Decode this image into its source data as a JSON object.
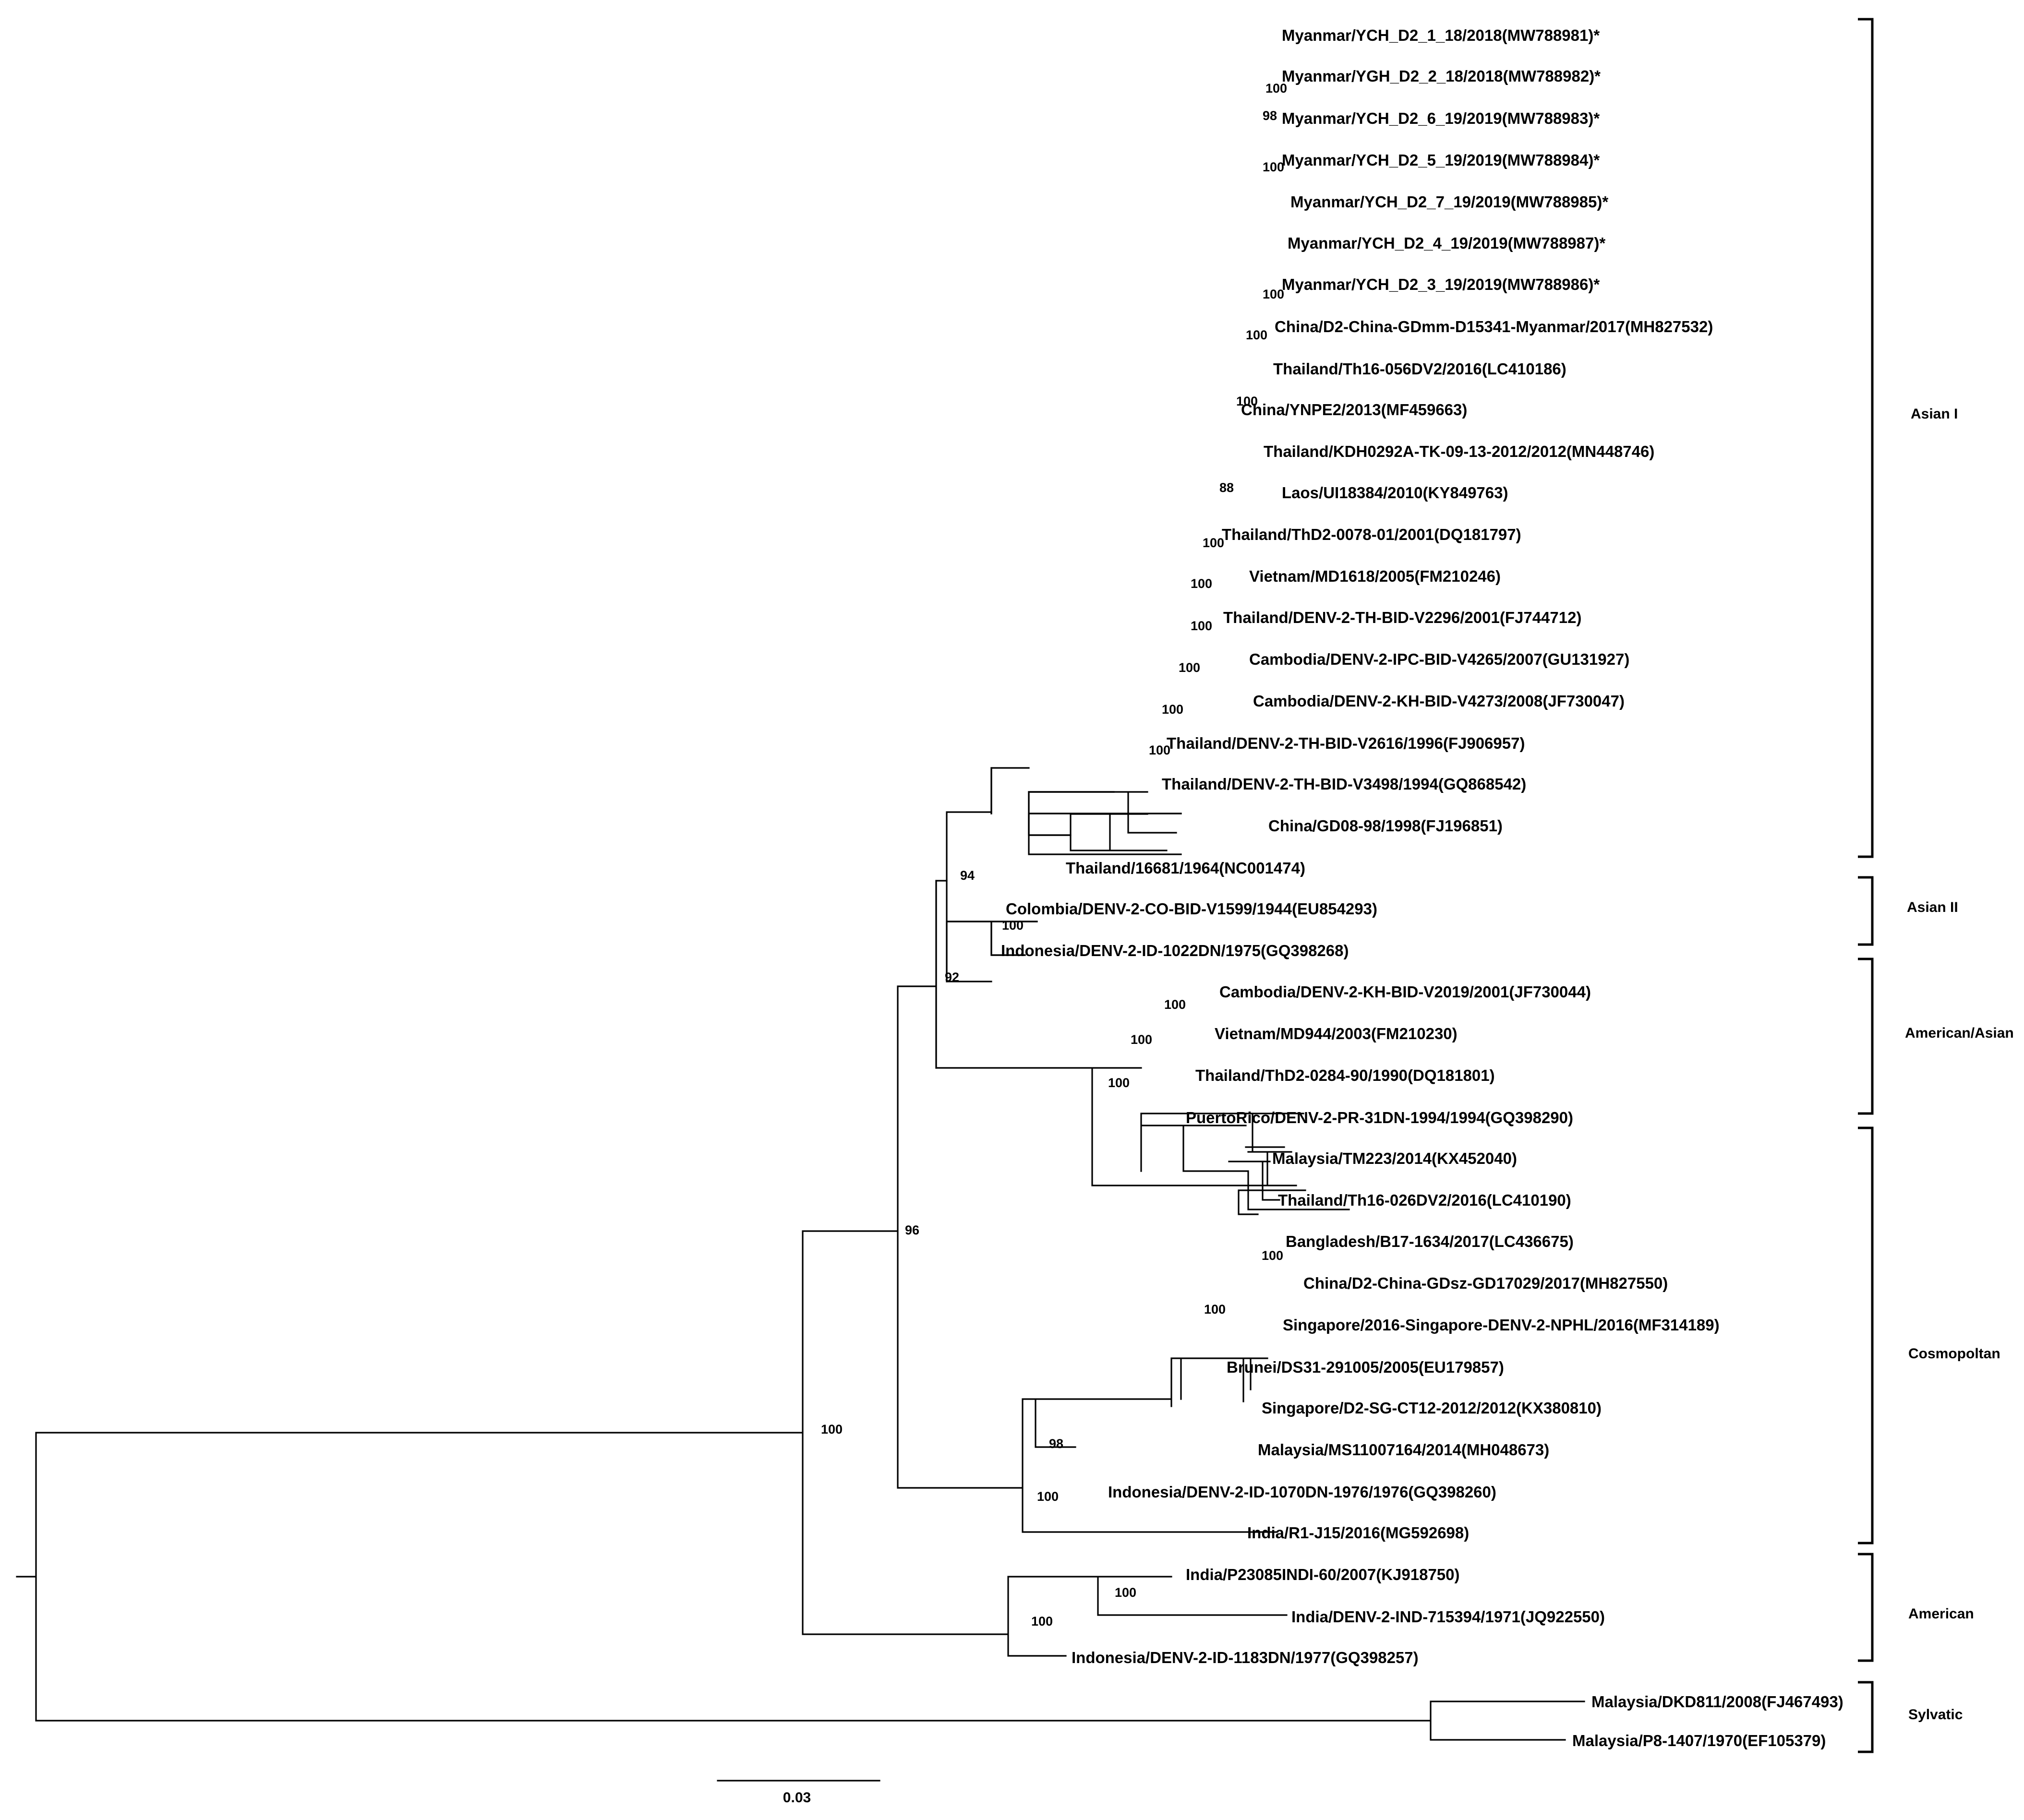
{
  "tree": {
    "taxa": [
      "Myanmar/YCH_D2_1_18/2018(MW788981)*",
      "Myanmar/YGH_D2_2_18/2018(MW788982)*",
      "Myanmar/YCH_D2_6_19/2019(MW788983)*",
      "Myanmar/YCH_D2_5_19/2019(MW788984)*",
      "Myanmar/YCH_D2_7_19/2019(MW788985)*",
      "Myanmar/YCH_D2_4_19/2019(MW788987)*",
      "Myanmar/YCH_D2_3_19/2019(MW788986)*",
      "China/D2-China-GDmm-D15341-Myanmar/2017(MH827532)",
      "Thailand/Th16-056DV2/2016(LC410186)",
      "China/YNPE2/2013(MF459663)",
      "Thailand/KDH0292A-TK-09-13-2012/2012(MN448746)",
      "Laos/UI18384/2010(KY849763)",
      "Thailand/ThD2-0078-01/2001(DQ181797)",
      "Vietnam/MD1618/2005(FM210246)",
      "Thailand/DENV-2-TH-BID-V2296/2001(FJ744712)",
      "Cambodia/DENV-2-IPC-BID-V4265/2007(GU131927)",
      "Cambodia/DENV-2-KH-BID-V4273/2008(JF730047)",
      "Thailand/DENV-2-TH-BID-V2616/1996(FJ906957)",
      "Thailand/DENV-2-TH-BID-V3498/1994(GQ868542)",
      "China/GD08-98/1998(FJ196851)",
      "Thailand/16681/1964(NC001474)",
      "Colombia/DENV-2-CO-BID-V1599/1944(EU854293)",
      "Indonesia/DENV-2-ID-1022DN/1975(GQ398268)",
      "Cambodia/DENV-2-KH-BID-V2019/2001(JF730044)",
      "Vietnam/MD944/2003(FM210230)",
      "Thailand/ThD2-0284-90/1990(DQ181801)",
      "PuertoRico/DENV-2-PR-31DN-1994/1994(GQ398290)",
      "Malaysia/TM223/2014(KX452040)",
      "Thailand/Th16-026DV2/2016(LC410190)",
      "Bangladesh/B17-1634/2017(LC436675)",
      "China/D2-China-GDsz-GD17029/2017(MH827550)",
      "Singapore/2016-Singapore-DENV-2-NPHL/2016(MF314189)",
      "Brunei/DS31-291005/2005(EU179857)",
      "Singapore/D2-SG-CT12-2012/2012(KX380810)",
      "Malaysia/MS11007164/2014(MH048673)",
      "Indonesia/DENV-2-ID-1070DN-1976/1976(GQ398260)",
      "India/R1-J15/2016(MG592698)",
      "India/P23085INDI-60/2007(KJ918750)",
      "India/DENV-2-IND-715394/1971(JQ922550)",
      "Indonesia/DENV-2-ID-1183DN/1977(GQ398257)",
      "Malaysia/DKD811/2008(FJ467493)",
      "Malaysia/P8-1407/1970(EF105379)"
    ],
    "support_values": [
      "98",
      "100",
      "100",
      "100",
      "100",
      "100",
      "88",
      "100",
      "100",
      "100",
      "100",
      "100",
      "100",
      "94",
      "100",
      "92",
      "100",
      "100",
      "100",
      "96",
      "100",
      "100",
      "98",
      "100",
      "100",
      "100",
      "100"
    ],
    "genotypes": [
      "Asian I",
      "Asian II",
      "American/Asian",
      "Cosmopoltan",
      "American",
      "Sylvatic"
    ],
    "scale_bar_label": "0.03"
  }
}
